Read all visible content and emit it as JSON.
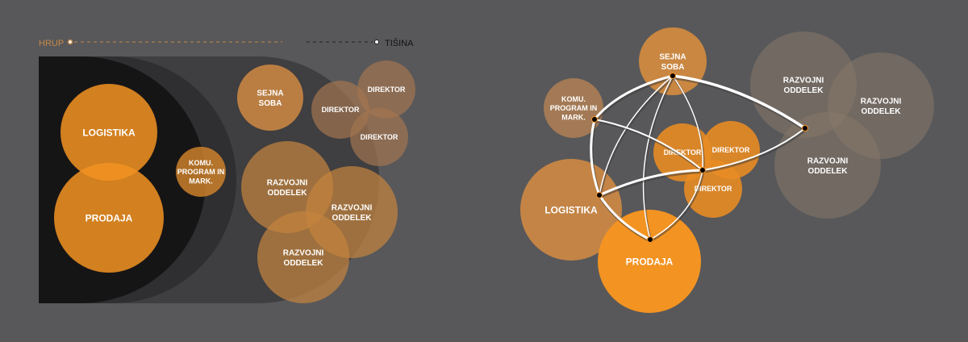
{
  "legend": {
    "left_label": "HRUP",
    "right_label": "TIŠINA",
    "left_color": "#c4884a",
    "right_color": "#111111"
  },
  "colors": {
    "background": "#58585a",
    "zone_dark": "#161516",
    "zone_mid": "#2f2e30",
    "zone_light": "#3f3e40",
    "orange": "#f39322",
    "link": "#ffffff"
  },
  "left_diagram": {
    "circles": [
      {
        "label": [
          "LOGISTIKA"
        ],
        "fill": "#f39322",
        "opacity": 0.85,
        "size": "l"
      },
      {
        "label": [
          "PRODAJA"
        ],
        "fill": "#f39322",
        "opacity": 0.85,
        "size": "l"
      },
      {
        "label": [
          "KOMU.",
          "PROGRAM IN",
          "MARK."
        ],
        "fill": "#d6862c",
        "opacity": 0.8,
        "size": "s"
      },
      {
        "label": [
          "SEJNA",
          "SOBA"
        ],
        "fill": "#d08a44",
        "opacity": 0.85,
        "size": "m"
      },
      {
        "label": [
          "DIREKTOR"
        ],
        "fill": "#a27550",
        "opacity": 0.7,
        "size": "s"
      },
      {
        "label": [
          "DIREKTOR"
        ],
        "fill": "#a27550",
        "opacity": 0.7,
        "size": "s"
      },
      {
        "label": [
          "DIREKTOR"
        ],
        "fill": "#a27550",
        "opacity": 0.7,
        "size": "s"
      },
      {
        "label": [
          "RAZVOJNI",
          "ODDELEK"
        ],
        "fill": "#c4843e",
        "opacity": 0.72,
        "size": "m"
      },
      {
        "label": [
          "RAZVOJNI",
          "ODDELEK"
        ],
        "fill": "#c4843e",
        "opacity": 0.72,
        "size": "m"
      },
      {
        "label": [
          "RAZVOJNI",
          "ODDELEK"
        ],
        "fill": "#c4843e",
        "opacity": 0.72,
        "size": "m"
      }
    ]
  },
  "right_diagram": {
    "circles": [
      {
        "label": [
          "SEJNA",
          "SOBA"
        ],
        "fill": "#d08a40",
        "opacity": 0.95,
        "size": "m"
      },
      {
        "label": [
          "KOMU.",
          "PROGRAM IN",
          "MARK."
        ],
        "fill": "#a87c55",
        "opacity": 0.95,
        "size": "s"
      },
      {
        "label": [
          "LOGISTIKA"
        ],
        "fill": "#d08a44",
        "opacity": 0.9,
        "size": "l"
      },
      {
        "label": [
          "PRODAJA"
        ],
        "fill": "#f39322",
        "opacity": 1,
        "size": "l"
      },
      {
        "label": [
          "DIREKTOR"
        ],
        "fill": "#e88c24",
        "opacity": 0.9,
        "size": "s"
      },
      {
        "label": [
          "DIREKTOR"
        ],
        "fill": "#e88c24",
        "opacity": 0.9,
        "size": "s"
      },
      {
        "label": [
          "DIREKTOR"
        ],
        "fill": "#e88c24",
        "opacity": 0.9,
        "size": "s"
      },
      {
        "label": [
          "RAZVOJNI",
          "ODDELEK"
        ],
        "fill": "#8a7a6a",
        "opacity": 0.5,
        "size": "m"
      },
      {
        "label": [
          "RAZVOJNI",
          "ODDELEK"
        ],
        "fill": "#8a7a6a",
        "opacity": 0.5,
        "size": "m"
      },
      {
        "label": [
          "RAZVOJNI",
          "ODDELEK"
        ],
        "fill": "#8a7a6a",
        "opacity": 0.5,
        "size": "m"
      }
    ],
    "links": [
      [
        "sejna-soba",
        "komu"
      ],
      [
        "sejna-soba",
        "logistika"
      ],
      [
        "sejna-soba",
        "prodaja"
      ],
      [
        "sejna-soba",
        "direktor"
      ],
      [
        "sejna-soba",
        "razvojni"
      ],
      [
        "komu",
        "logistika"
      ],
      [
        "komu",
        "direktor"
      ],
      [
        "logistika",
        "direktor"
      ],
      [
        "logistika",
        "prodaja"
      ],
      [
        "prodaja",
        "direktor"
      ],
      [
        "direktor",
        "razvojni"
      ]
    ]
  }
}
